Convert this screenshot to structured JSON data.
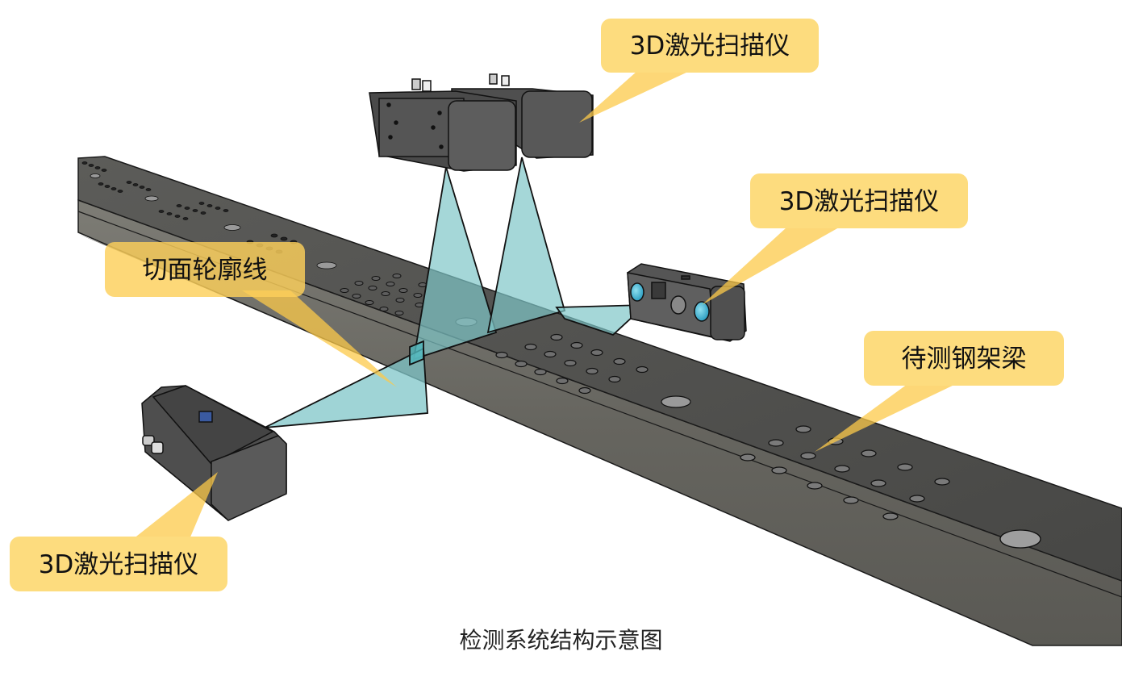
{
  "diagram": {
    "title": "检测系统结构示意图",
    "callouts": [
      {
        "id": "scanner-top",
        "label": "3D激光扫描仪",
        "target": "top laser scanner pair"
      },
      {
        "id": "scanner-right",
        "label": "3D激光扫描仪",
        "target": "right-side laser scanner"
      },
      {
        "id": "scanner-left",
        "label": "3D激光扫描仪",
        "target": "left-side laser scanner"
      },
      {
        "id": "section-contour",
        "label": "切面轮廓线",
        "target": "cross-section contour line on beam"
      },
      {
        "id": "steel-beam",
        "label": "待测钢架梁",
        "target": "steel beam under test"
      }
    ],
    "components": {
      "scanner_count": 4,
      "object": "steel box beam with bolt holes",
      "laser_planes": 4
    },
    "colors": {
      "callout_fill": "#fddc7e",
      "laser_plane": "#7fc6c8",
      "beam_top": "#4d4d4b",
      "beam_side": "#6b6a64",
      "scanner_body": "#5a5a5a",
      "lens": "#4cb8d6"
    }
  }
}
